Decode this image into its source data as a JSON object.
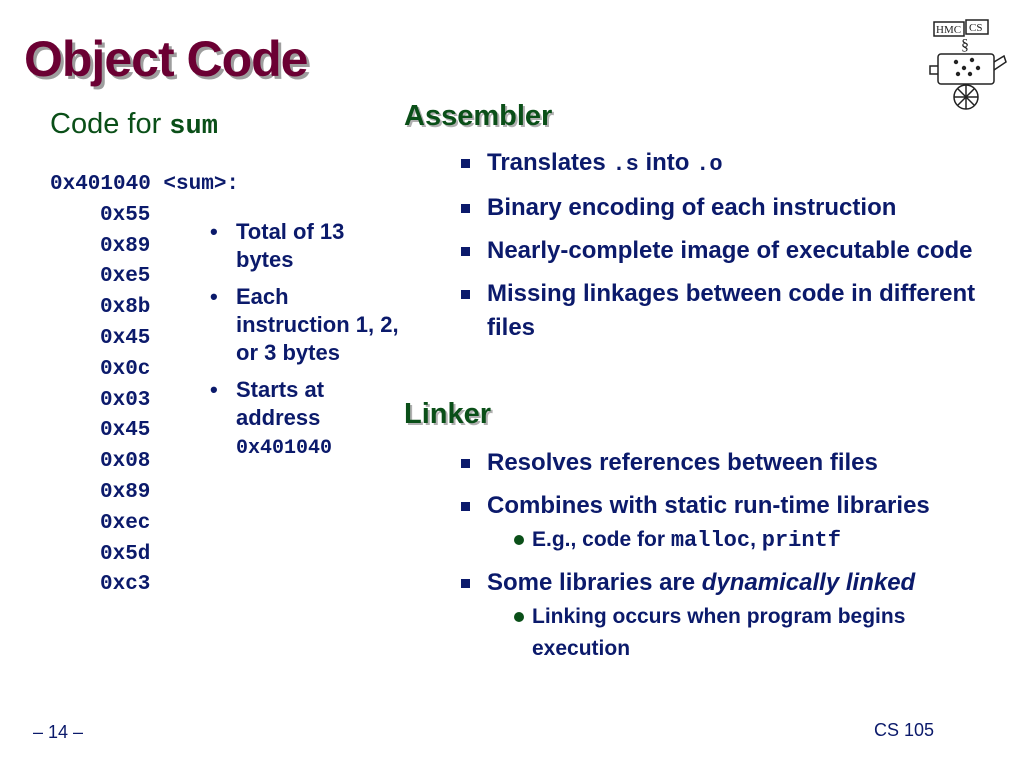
{
  "title": "Object Code",
  "logo": {
    "text_top": "HMC",
    "text_right": "CS",
    "mark": "§"
  },
  "code_section": {
    "heading_prefix": "Code for ",
    "heading_func": "sum",
    "label_line": "0x401040 <sum>:",
    "bytes": [
      "0x55",
      "0x89",
      "0xe5",
      "0x8b",
      "0x45",
      "0x0c",
      "0x03",
      "0x45",
      "0x08",
      "0x89",
      "0xec",
      "0x5d",
      "0xc3"
    ],
    "notes": [
      {
        "text": "Total of 13 bytes"
      },
      {
        "text": "Each instruction 1, 2, or 3 bytes"
      },
      {
        "text": "Starts at address ",
        "code": "0x401040"
      }
    ]
  },
  "assembler": {
    "heading": "Assembler",
    "items": {
      "translates": {
        "a": "Translates ",
        "code1": ".s",
        "b": " into ",
        "code2": ".o"
      },
      "binary": "Binary encoding of each instruction",
      "image": "Nearly-complete image of executable code",
      "missing": "Missing linkages between code in different files"
    }
  },
  "linker": {
    "heading": "Linker",
    "items": {
      "resolves": "Resolves references between files",
      "combines": "Combines with static run-time libraries",
      "combines_sub": {
        "a": "E.g., code for ",
        "code1": "malloc",
        "sep": ", ",
        "code2": "printf"
      },
      "dynamic": {
        "a": "Some libraries are ",
        "em": "dynamically linked"
      },
      "dynamic_sub": "Linking occurs when program begins execution"
    }
  },
  "footer": {
    "page": "– 14 –",
    "course": "CS 105"
  }
}
